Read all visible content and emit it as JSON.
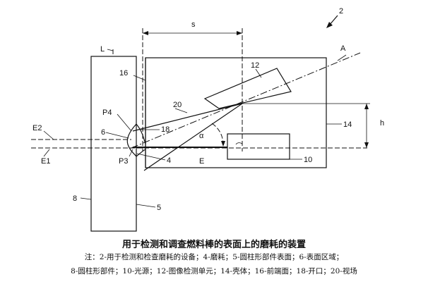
{
  "diagram": {
    "labels": {
      "device": "2",
      "s": "s",
      "L": "L",
      "A": "A",
      "l16": "16",
      "l12": "12",
      "l20": "20",
      "P4": "P4",
      "l6": "6",
      "l18": "18",
      "E2": "E2",
      "E1": "E1",
      "P3": "P3",
      "l4": "4",
      "E": "E",
      "l14": "14",
      "h": "h",
      "l10": "10",
      "l8": "8",
      "l5": "5",
      "alpha": "α"
    }
  },
  "caption": {
    "title": "用于检测和调查燃料棒的表面上的磨耗的装置",
    "note_line1": "注：2-用于检测和检查磨耗的设备；4-磨耗；5-圆柱形部件表面；6-表面区域；",
    "note_line2": "8-圆柱形部件；10-光源；12-图像检测单元；14-壳体；16-前端面；18-开口；20-视场"
  }
}
